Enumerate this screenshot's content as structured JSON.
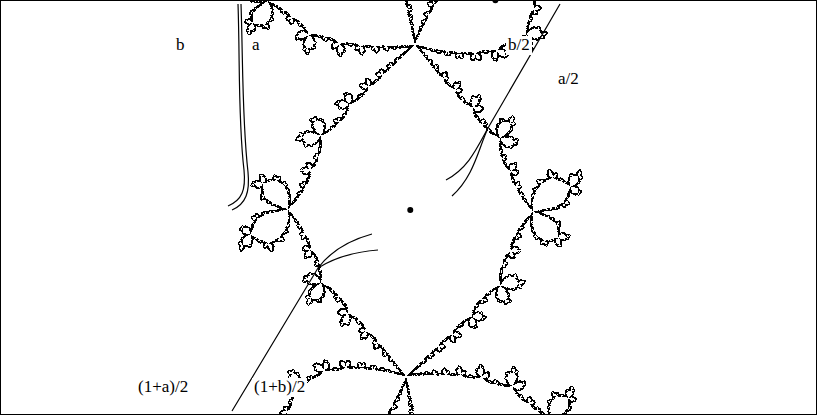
{
  "diagram": {
    "labels": [
      "b",
      "a",
      "b/2",
      "a/2",
      "(1+a)/2",
      "(1+b)/2"
    ]
  }
}
